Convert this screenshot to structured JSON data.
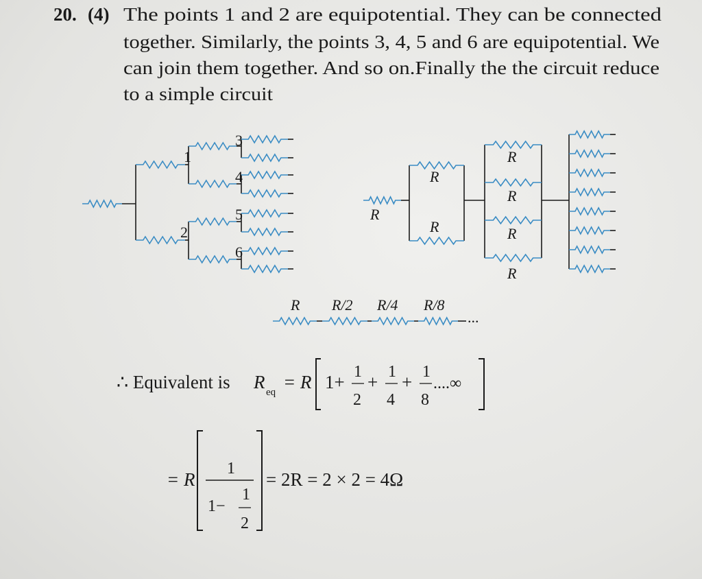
{
  "problem": {
    "number": "20.",
    "answer": "(4)",
    "lines": [
      "The points 1 and 2 are equipotential. They can be connected",
      "together. Similarly, the points 3, 4, 5 and 6 are equipotential. We",
      "can join them together. And so on.Finally the the circuit reduce",
      "to a simple circuit"
    ]
  },
  "diagram": {
    "node_labels": [
      "1",
      "2",
      "3",
      "4",
      "5",
      "6"
    ],
    "resistor_label": "R",
    "series_labels": [
      "R",
      "R/2",
      "R/4",
      "R/8"
    ],
    "series_ellipsis": "...",
    "resistor_color": "#3a8cc4"
  },
  "equation1": {
    "prefix": "∴ Equivalent is",
    "lhs": "R",
    "lhs_sub": "eq",
    "equals": "= R",
    "one_plus": "1+",
    "plus": "+",
    "numerator": "1",
    "denominators": [
      "2",
      "4",
      "8"
    ],
    "tail": "....∞"
  },
  "equation2": {
    "equals": "= R",
    "numerator": "1",
    "den_one_minus": "1−",
    "inner_num": "1",
    "inner_den": "2",
    "result": "= 2R = 2 × 2 = 4Ω"
  }
}
